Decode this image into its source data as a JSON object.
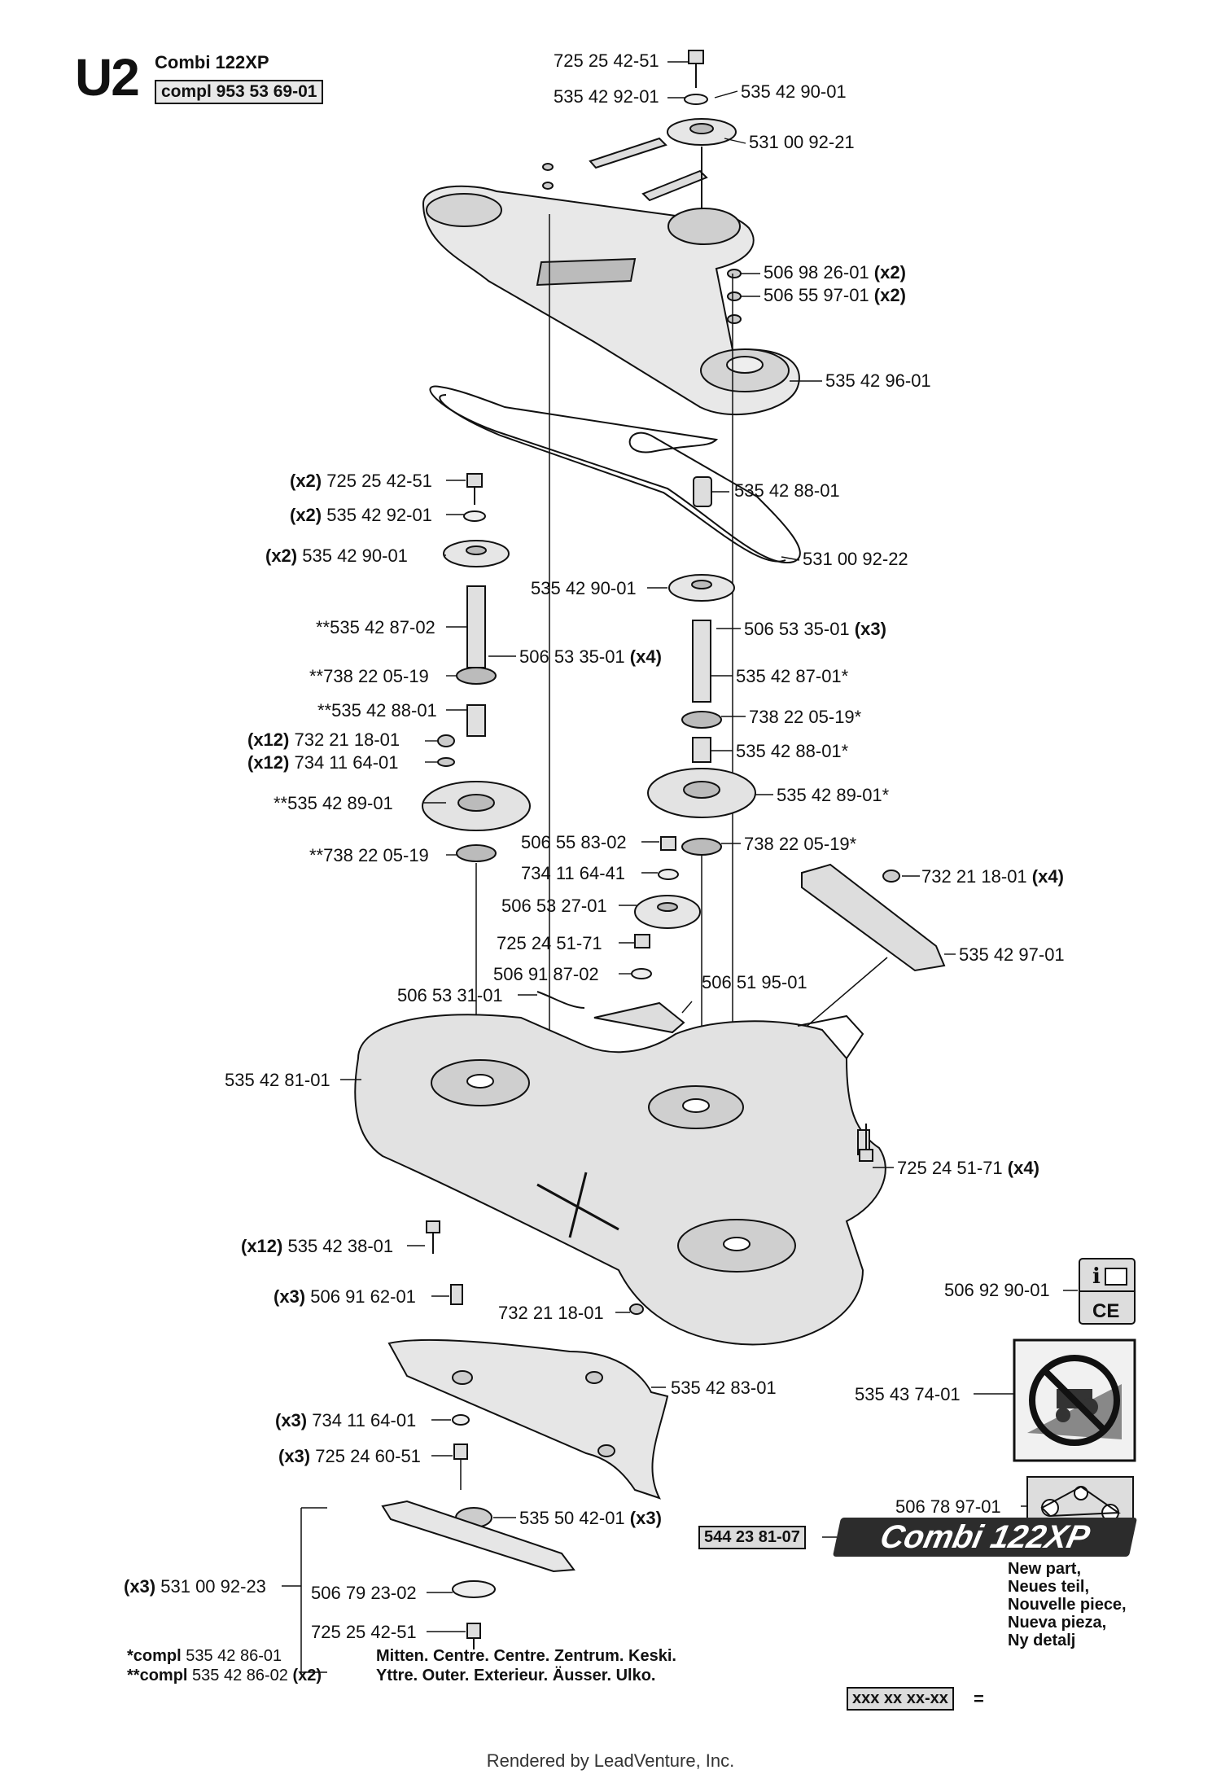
{
  "header": {
    "page_id": "U2",
    "model": "Combi 122XP",
    "compl": "compl 953 53 69-01"
  },
  "labels": {
    "l01": "725 25 42-51",
    "l02": "535 42 92-01",
    "l03": "535 42 90-01",
    "l04": "531 00 92-21",
    "l05": "506 98 26-01",
    "l06": "506 55 97-01",
    "l07": "535 42 96-01",
    "l08": "725 25 42-51",
    "l09": "535 42 88-01",
    "l10": "535 42 92-01",
    "l11": "535 42 90-01",
    "l12": "531 00 92-22",
    "l13": "535 42 90-01",
    "l14": "**535 42 87-02",
    "l15": "506 53 35-01",
    "l16": "506 53 35-01",
    "l17": "**738 22 05-19",
    "l18": "535 42 87-01*",
    "l19": "**535 42 88-01",
    "l20": "738 22 05-19*",
    "l21": "732 21 18-01",
    "l22": "535 42 88-01*",
    "l23": "734 11 64-01",
    "l24": "535 42 89-01*",
    "l25": "**535 42 89-01",
    "l26": "506 55 83-02",
    "l27": "738 22 05-19*",
    "l28": "**738 22 05-19",
    "l29": "734 11 64-41",
    "l30": "732 21 18-01",
    "l31": "506 53 27-01",
    "l32": "535 42 97-01",
    "l33": "725 24 51-71",
    "l34": "506 91 87-02",
    "l35": "506 51 95-01",
    "l36": "506 53 31-01",
    "l37": "535 42 81-01",
    "l38": "725 24 51-71",
    "l39": "535 42 38-01",
    "l40": "506 92 90-01",
    "l41": "506 91 62-01",
    "l42": "732 21 18-01",
    "l43": "535 42 83-01",
    "l44": "535 43 74-01",
    "l45": "734 11 64-01",
    "l46": "725 24 60-51",
    "l47": "506 78 97-01",
    "l48": "535 50 42-01",
    "l49": "544 23 81-07",
    "l50": "531 00 92-23",
    "l51": "506 79 23-02",
    "l52": "725 25 42-51"
  },
  "qty": {
    "x2": "(x2)",
    "x3": "(x3)",
    "x4": "(x4)",
    "x12": "(x12)"
  },
  "badge": "Combi 122XP",
  "notes": {
    "star_key_prefix": "*compl",
    "star_key_num": "535 42 86-01",
    "star_desc": "Mitten. Centre. Centre. Zentrum. Keski.",
    "dstar_key_prefix": "**compl",
    "dstar_key_num": "535 42 86-02",
    "dstar_qty": "(x2)",
    "dstar_desc": "Yttre. Outer. Exterieur. Äusser. Ulko."
  },
  "new_part": {
    "lines": [
      "New part,",
      "Neues teil,",
      "Nouvelle piece,",
      "Nueva pieza,",
      "Ny detalj"
    ],
    "box": "xxx xx xx-xx",
    "eq": "="
  },
  "footer": "Rendered by LeadVenture, Inc.",
  "icon_names": [
    "manual-ce-decal-icon",
    "no-slope-riding-decal-icon",
    "belt-routing-decal-icon"
  ]
}
